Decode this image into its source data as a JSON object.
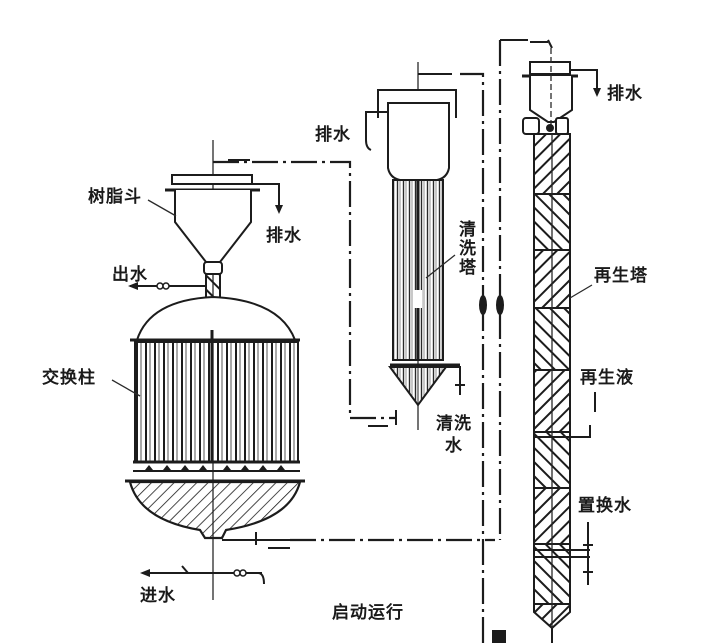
{
  "diagram": {
    "title": "启动运行",
    "labels": {
      "resin_hopper": "树脂斗",
      "hopper_drain": "排水",
      "outlet_water": "出水",
      "exchange_column": "交换柱",
      "inlet_water": "进水",
      "wash_tower_drain": "排水",
      "wash_tower": "清洗塔",
      "wash_water_line1": "清洗",
      "wash_water_line2": "水",
      "regen_tower_drain": "排水",
      "regen_tower": "再生塔",
      "regen_liquid": "再生液",
      "displacement_water": "置换水"
    },
    "components": [
      {
        "id": "exchange-column",
        "name": "交换柱"
      },
      {
        "id": "resin-hopper",
        "name": "树脂斗"
      },
      {
        "id": "wash-tower",
        "name": "清洗塔"
      },
      {
        "id": "regen-tower",
        "name": "再生塔"
      }
    ],
    "colors": {
      "line": "#1c1c1c",
      "background": "#ffffff"
    }
  }
}
